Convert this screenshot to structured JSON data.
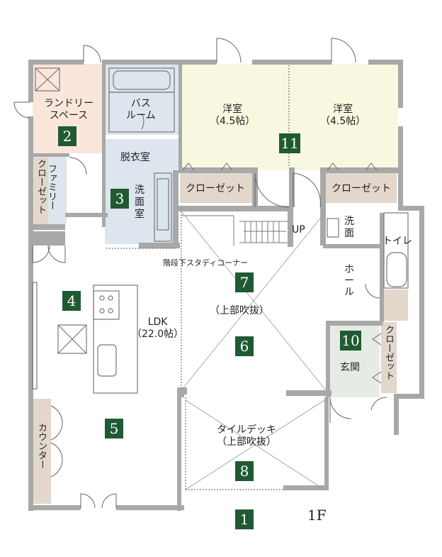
{
  "colors": {
    "wall": "#a8a8a8",
    "laundry": "#fbe6dc",
    "bath": "#dde5ee",
    "western": "#f8f8e0",
    "closet": "#e3d6cb",
    "badge": "#1f5a32"
  },
  "rooms": {
    "laundry": "ランドリー\nスペース",
    "bath": "バス\nルーム",
    "dressing": "脱衣室",
    "family_closet": "ファミリー\nクローゼット",
    "washroom_main": "洗\n面\n室",
    "western_left": "洋室\n（4.5帖）",
    "western_right": "洋室\n（4.5帖）",
    "closet_left": "クローゼット",
    "closet_right": "クローゼット",
    "up": "UP",
    "stairs_study": "階段下スタディコーナー",
    "washroom_small": "洗\n面",
    "toilet": "トイレ",
    "hall": "ホ\nー\nル",
    "void_center": "（上部吹抜）",
    "ldk": "LDK\n（22.0帖）",
    "entrance": "玄関",
    "closet_entrance": "クローゼット",
    "counter": "カウンター",
    "tile_deck": "タイルデッキ\n（上部吹抜）"
  },
  "badges": [
    "1",
    "2",
    "3",
    "4",
    "5",
    "6",
    "7",
    "8",
    "10",
    "11"
  ],
  "floor": "1F"
}
